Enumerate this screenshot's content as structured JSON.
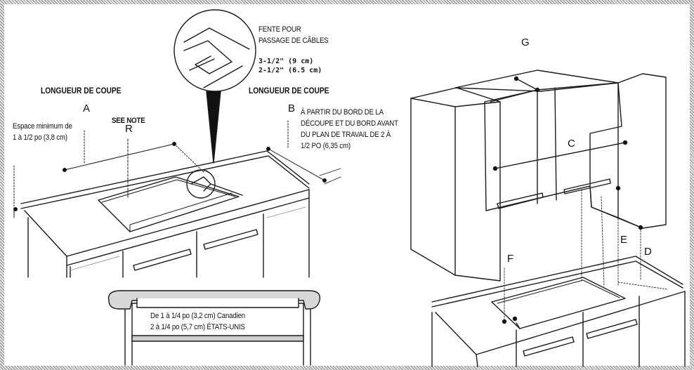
{
  "labels": {
    "fente_line1": "FENTE POUR",
    "fente_line2": "PASSAGE DE CÂBLES",
    "dim_9cm": "3-1/2\" (9 cm)",
    "dim_65cm": "2-1/2\" (6.5 cm)",
    "longueur_left": "LONGUEUR DE COUPE",
    "longueur_right": "LONGUEUR DE COUPE",
    "espace_line1": "Espace minimum de",
    "espace_line2": "1 à 1/2 po (3,8 cm)",
    "see_note": "SEE NOTE",
    "partir_line1": "À PARTIR DU BORD DE LA",
    "partir_line2": "DÉCOUPE ET DU BORD AVANT",
    "partir_line3": "DU PLAN DE TRAVAIL DE 2 À",
    "partir_line4": "1/2 PO (6,35 cm)",
    "section_line1": "De 1 à 1/4 po (3,2 cm) Canadien",
    "section_line2": "2 à 1/4 po (5,7 cm) ÉTATS-UNIS"
  },
  "letters": {
    "a": "A",
    "b": "B",
    "r": "R",
    "c": "C",
    "d": "D",
    "e": "E",
    "f": "F",
    "g": "G"
  }
}
